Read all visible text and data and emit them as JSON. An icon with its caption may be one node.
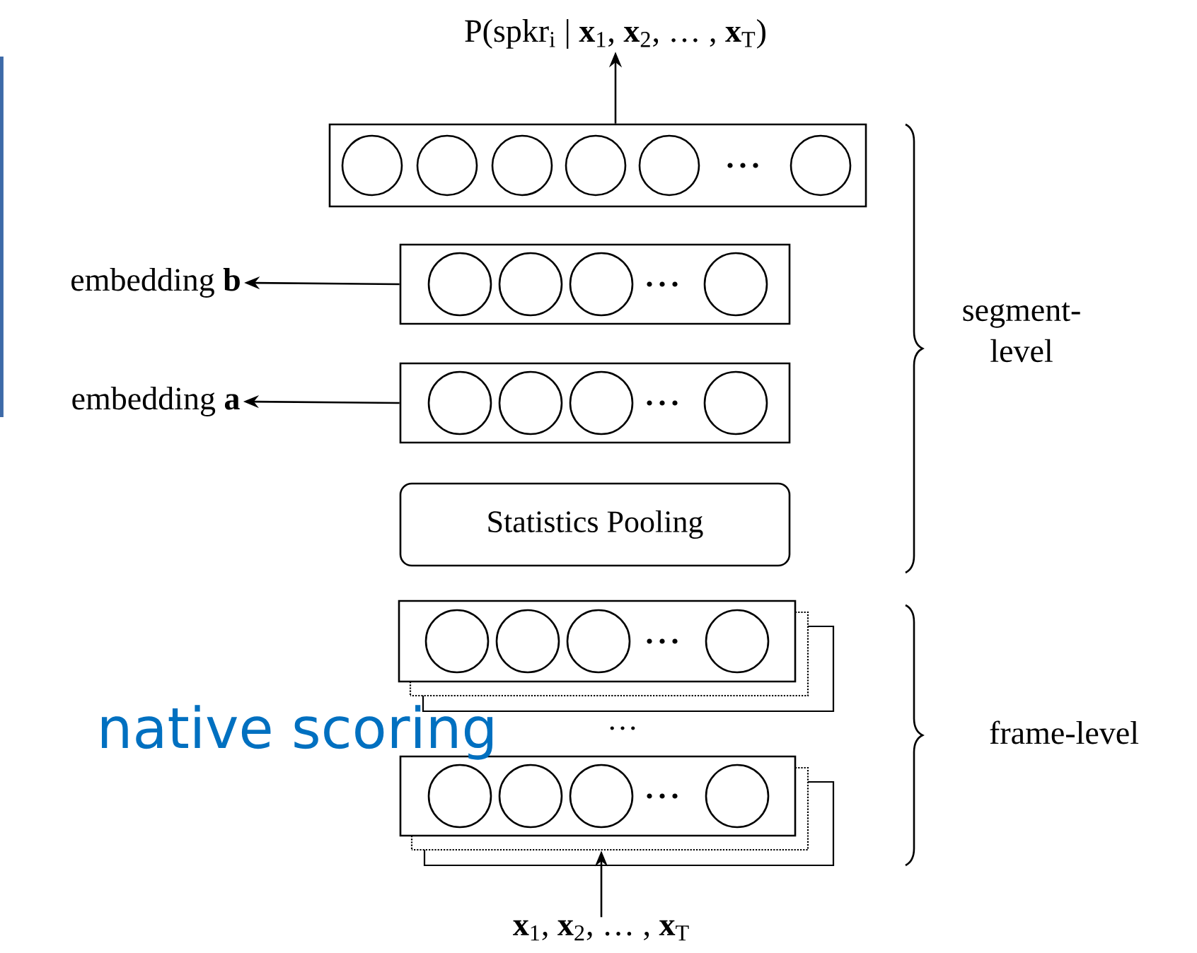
{
  "diagram": {
    "nodes": [
      {
        "text": [
          "P(spkr$_{i}$  |  **x**$_{1}$, **x**$_{2}$, … , **x**$_{T}$)"
        ]
      },
      {
        "text": [],
        "shape": "box"
      },
      {
        "text": [],
        "shape": "box"
      },
      {
        "text": [],
        "shape": "box"
      },
      {
        "text": [
          "Statistics Pooling"
        ]
      },
      {
        "text": [],
        "shape": "box"
      },
      {
        "text": [],
        "shape": "box"
      },
      {
        "text": [
          "embedding **b**"
        ]
      },
      {
        "text": [
          "embedding **a**"
        ]
      },
      {
        "text": [
          "**x**$_{1}$, **x**$_{2}$, … , **x**$_{T}$"
        ]
      }
    ],
    "edges": [
      {
        "from": 1,
        "to": 0,
        "arrow": "to"
      },
      {
        "from": 2,
        "to": 7,
        "arrow": "to"
      },
      {
        "from": 3,
        "to": 8,
        "arrow": "to"
      },
      {
        "from": 9,
        "to": 6,
        "arrow": "to"
      }
    ],
    "labels": [
      "segment-level",
      "frame-level",
      "…",
      "native scoring"
    ]
  }
}
